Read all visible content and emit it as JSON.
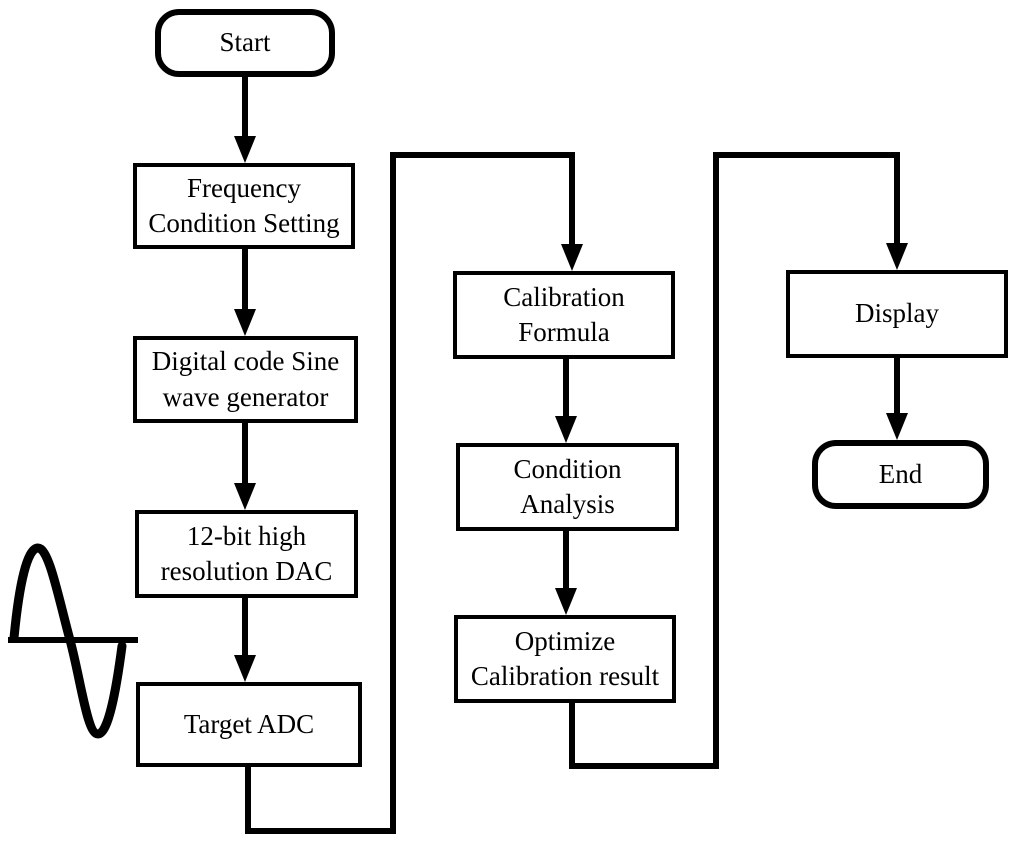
{
  "colors": {
    "line": "#000000",
    "text": "#000000",
    "background": "#ffffff"
  },
  "nodes": {
    "start": {
      "label": "Start",
      "shape": "terminator"
    },
    "frequency_setting": {
      "label": "Frequency\nCondition Setting",
      "shape": "process"
    },
    "sine_generator": {
      "label": "Digital code Sine\nwave generator",
      "shape": "process"
    },
    "dac": {
      "label": "12-bit high\nresolution DAC",
      "shape": "process"
    },
    "target_adc": {
      "label": "Target ADC",
      "shape": "process"
    },
    "calibration_formula": {
      "label": "Calibration\nFormula",
      "shape": "process"
    },
    "condition_analysis": {
      "label": "Condition\nAnalysis",
      "shape": "process"
    },
    "optimize_result": {
      "label": "Optimize\nCalibration result",
      "shape": "process"
    },
    "display": {
      "label": "Display",
      "shape": "process"
    },
    "end": {
      "label": "End",
      "shape": "terminator"
    }
  },
  "edges": [
    {
      "from": "start",
      "to": "frequency_setting"
    },
    {
      "from": "frequency_setting",
      "to": "sine_generator"
    },
    {
      "from": "sine_generator",
      "to": "dac"
    },
    {
      "from": "dac",
      "to": "target_adc"
    },
    {
      "from": "target_adc",
      "to": "calibration_formula"
    },
    {
      "from": "calibration_formula",
      "to": "condition_analysis"
    },
    {
      "from": "condition_analysis",
      "to": "optimize_result"
    },
    {
      "from": "optimize_result",
      "to": "display"
    },
    {
      "from": "display",
      "to": "end"
    }
  ],
  "decorations": {
    "sine_wave": "one-period analog sine wave with horizontal axis at DAC output"
  }
}
